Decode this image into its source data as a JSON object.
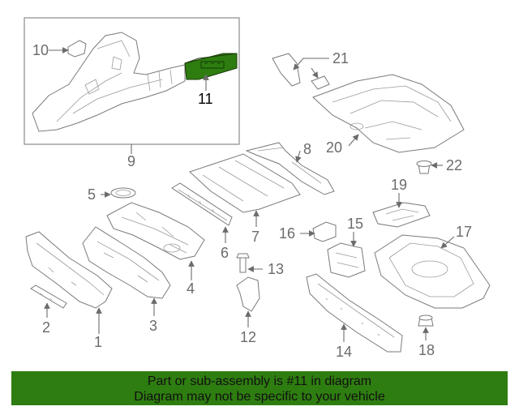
{
  "diagram": {
    "callouts": {
      "c1": "1",
      "c2": "2",
      "c3": "3",
      "c4": "4",
      "c5": "5",
      "c6": "6",
      "c7": "7",
      "c8": "8",
      "c9": "9",
      "c10": "10",
      "c11": "11",
      "c12": "12",
      "c13": "13",
      "c14": "14",
      "c15": "15",
      "c16": "16",
      "c17": "17",
      "c18": "18",
      "c19": "19",
      "c20": "20",
      "c21": "21",
      "c22": "22"
    },
    "highlighted_part": "11",
    "highlight_color": "#2e7d10",
    "line_color": "#7a7a7a"
  },
  "banner": {
    "line1": "Part or sub-assembly is #11 in diagram",
    "line2": "Diagram may not be specific to your vehicle",
    "background": "#2e7d10"
  }
}
